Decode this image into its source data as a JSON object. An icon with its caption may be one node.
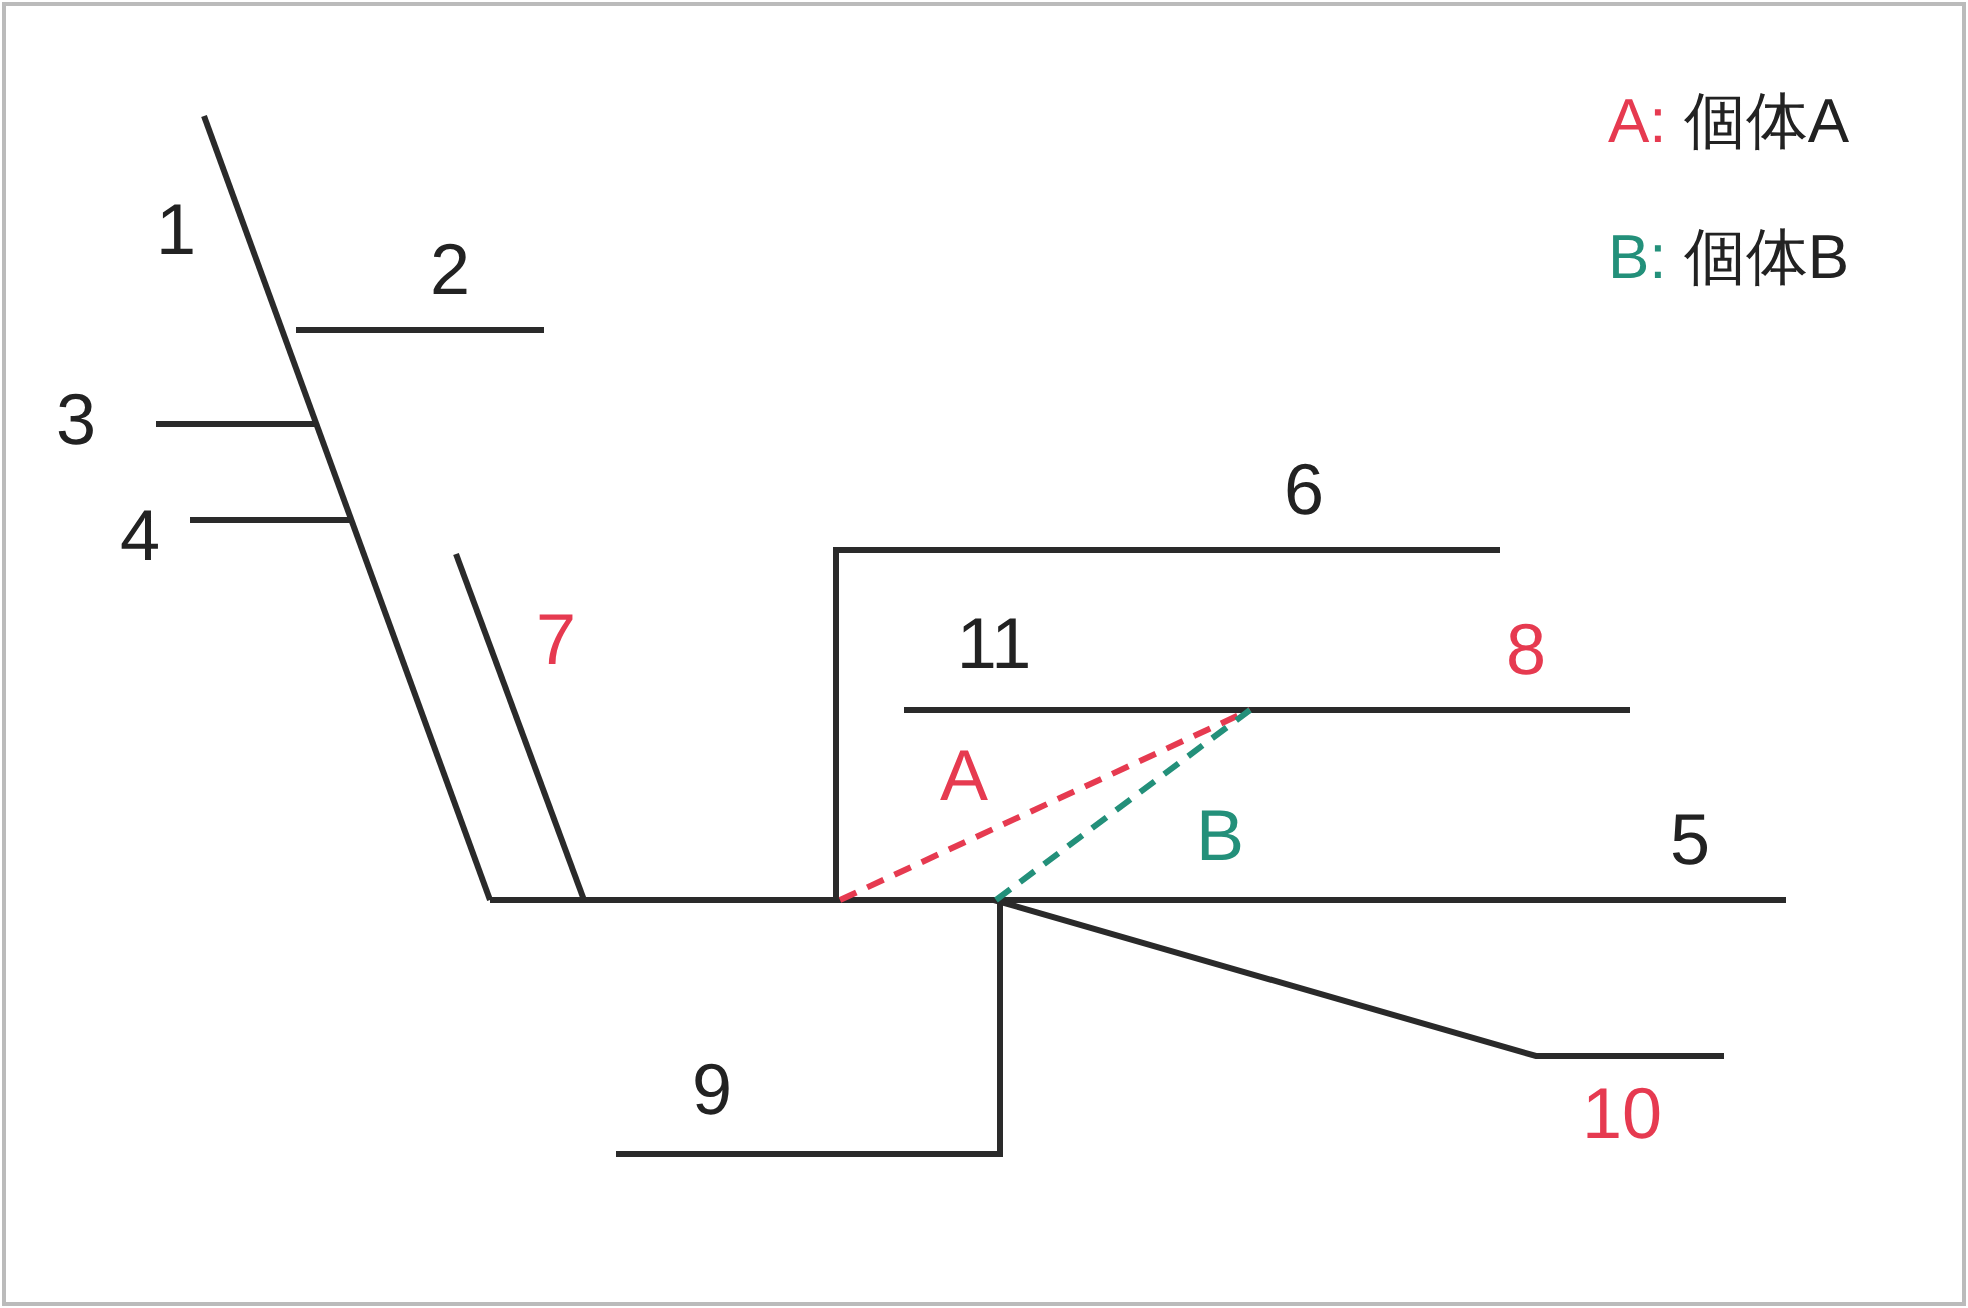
{
  "diagram": {
    "labels": [
      "1",
      "2",
      "3",
      "4",
      "6",
      "7",
      "11",
      "8",
      "A",
      "B",
      "5",
      "9",
      "10"
    ],
    "legend": [
      {
        "text": "A: 個体A"
      },
      {
        "text": "B: 個体B"
      }
    ]
  }
}
